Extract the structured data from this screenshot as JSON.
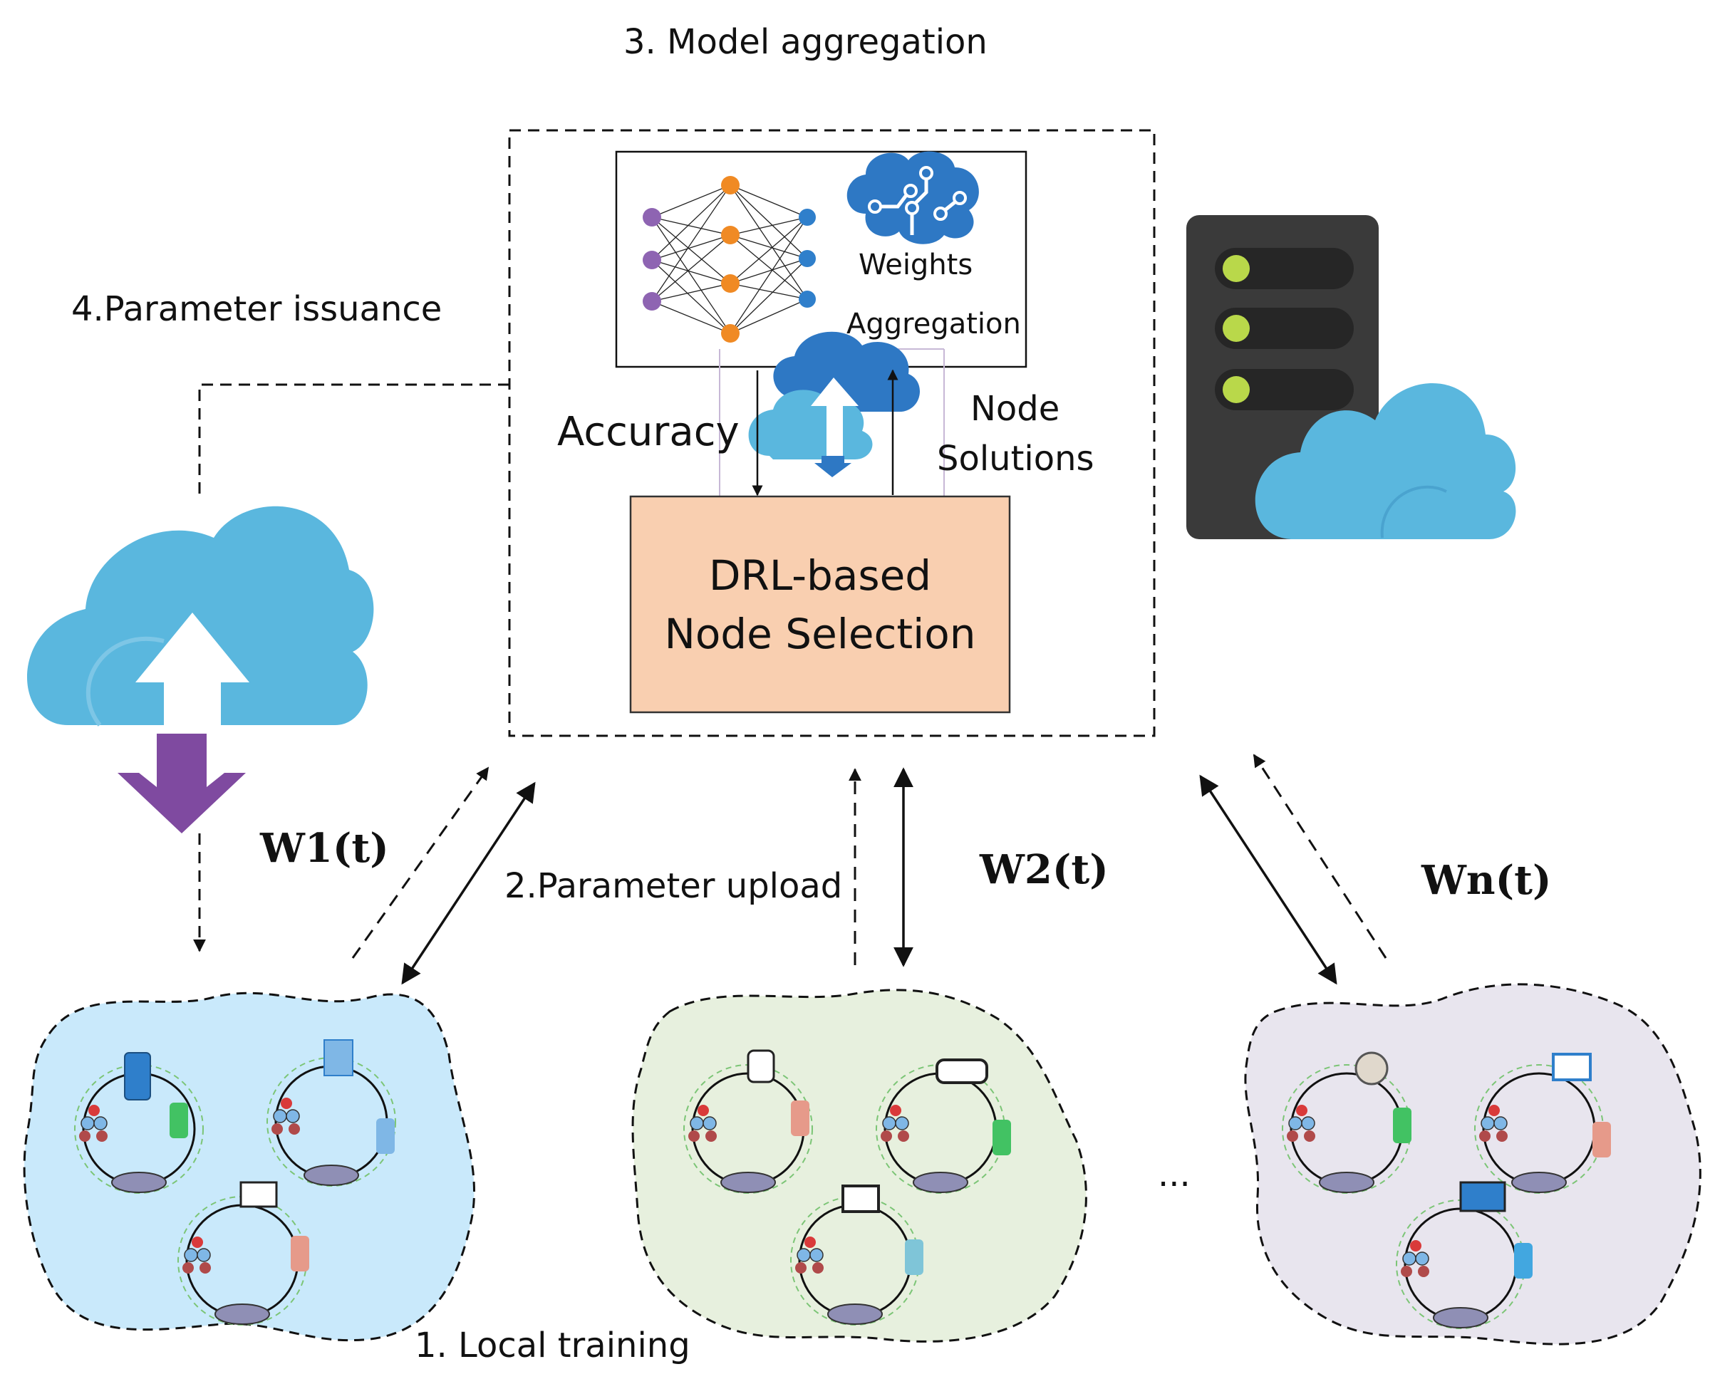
{
  "labels": {
    "model_aggregation": "3. Model aggregation",
    "parameter_issuance": "4.Parameter issuance",
    "parameter_upload": "2.Parameter upload",
    "local_training": "1. Local training",
    "accuracy": "Accuracy",
    "node_solutions_line1": "Node",
    "node_solutions_line2": "Solutions",
    "weights": "Weights",
    "aggregation": "Aggregation",
    "drl_line1": "DRL-based",
    "drl_line2": "Node Selection",
    "ellipsis": "...",
    "w1": "W1(t)",
    "w2": "W2(t)",
    "wn": "Wn(t)"
  },
  "colors": {
    "drl_box_fill": "#f9cfb0",
    "cluster1_fill": "#c9e9fb",
    "cluster2_fill": "#e7f0de",
    "cluster3_fill": "#e8e5ee",
    "cloud_blue": "#5aafdc",
    "cloud_dark": "#2e78c4",
    "arrow_purple": "#7f4aa0",
    "server_body": "#3a3a3a",
    "server_led": "#b9d84a"
  },
  "icons": {
    "neural_net": "neural-network-icon",
    "brain": "brain-circuit-icon",
    "cloud_exchange": "cloud-exchange-icon",
    "server": "server-cloud-icon",
    "upload_cloud": "upload-cloud-icon"
  }
}
